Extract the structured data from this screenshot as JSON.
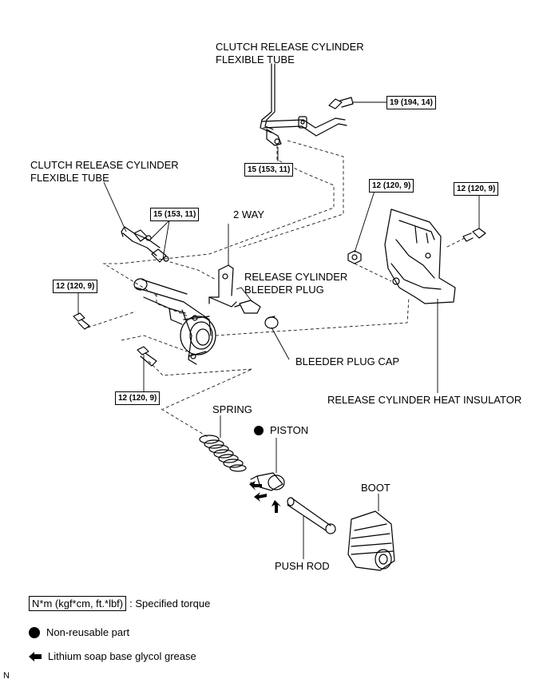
{
  "labels": {
    "tube_top_line1": "CLUTCH RELEASE CYLINDER",
    "tube_top_line2": "FLEXIBLE TUBE",
    "tube_left_line1": "CLUTCH RELEASE CYLINDER",
    "tube_left_line2": "FLEXIBLE TUBE",
    "two_way": "2 WAY",
    "bleeder_plug_line1": "RELEASE CYLINDER",
    "bleeder_plug_line2": "BLEEDER PLUG",
    "bleeder_plug_cap": "BLEEDER PLUG CAP",
    "heat_insulator": "RELEASE CYLINDER HEAT INSULATOR",
    "spring": "SPRING",
    "piston": "PISTON",
    "boot": "BOOT",
    "push_rod": "PUSH ROD",
    "corner_code": "N"
  },
  "torques": {
    "t19": "19 (194, 14)",
    "t15_top": "15 (153, 11)",
    "t15_left": "15 (153, 11)",
    "t12_insulator_left": "12 (120, 9)",
    "t12_insulator_right": "12 (120, 9)",
    "t12_cylinder_left": "12 (120, 9)",
    "t12_cylinder_bottom": "12 (120, 9)"
  },
  "legend": {
    "torque_box": "N*m (kgf*cm, ft.*lbf)",
    "torque_text": ": Specified torque",
    "nonreusable_text": "Non-reusable part",
    "grease_text": "Lithium soap base glycol grease"
  }
}
